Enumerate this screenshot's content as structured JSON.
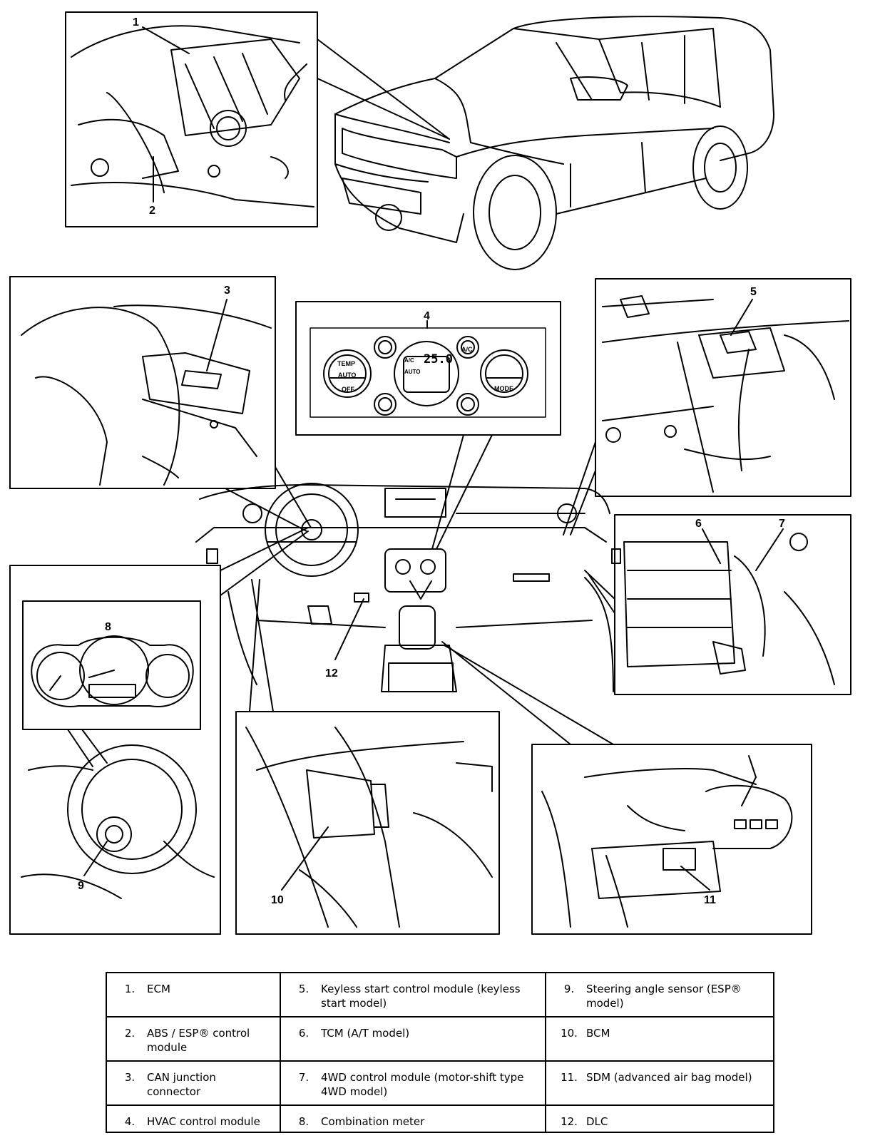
{
  "callouts": {
    "c1": "1",
    "c2": "2",
    "c3": "3",
    "c4": "4",
    "c5": "5",
    "c6": "6",
    "c7": "7",
    "c8": "8",
    "c9": "9",
    "c10": "10",
    "c11": "11",
    "c12": "12"
  },
  "hvac_panel": {
    "temp": "TEMP",
    "auto_left": "AUTO",
    "off": "OFF",
    "ac_auto": "A/C AUTO",
    "temp_value": "25.0",
    "ac": "A/C",
    "mode": "MODE"
  },
  "legend": {
    "rows": [
      [
        {
          "num": "1.",
          "text": "ECM"
        },
        {
          "num": "5.",
          "text": "Keyless start control module (keyless start model)"
        },
        {
          "num": "9.",
          "text": "Steering angle sensor (ESP® model)"
        }
      ],
      [
        {
          "num": "2.",
          "text": "ABS / ESP® control module"
        },
        {
          "num": "6.",
          "text": "TCM (A/T model)"
        },
        {
          "num": "10.",
          "text": "BCM"
        }
      ],
      [
        {
          "num": "3.",
          "text": "CAN junction connector"
        },
        {
          "num": "7.",
          "text": "4WD control module (motor-shift type 4WD model)"
        },
        {
          "num": "11.",
          "text": "SDM (advanced air bag model)"
        }
      ],
      [
        {
          "num": "4.",
          "text": "HVAC control module"
        },
        {
          "num": "8.",
          "text": "Combination meter"
        },
        {
          "num": "12.",
          "text": "DLC"
        }
      ]
    ]
  }
}
